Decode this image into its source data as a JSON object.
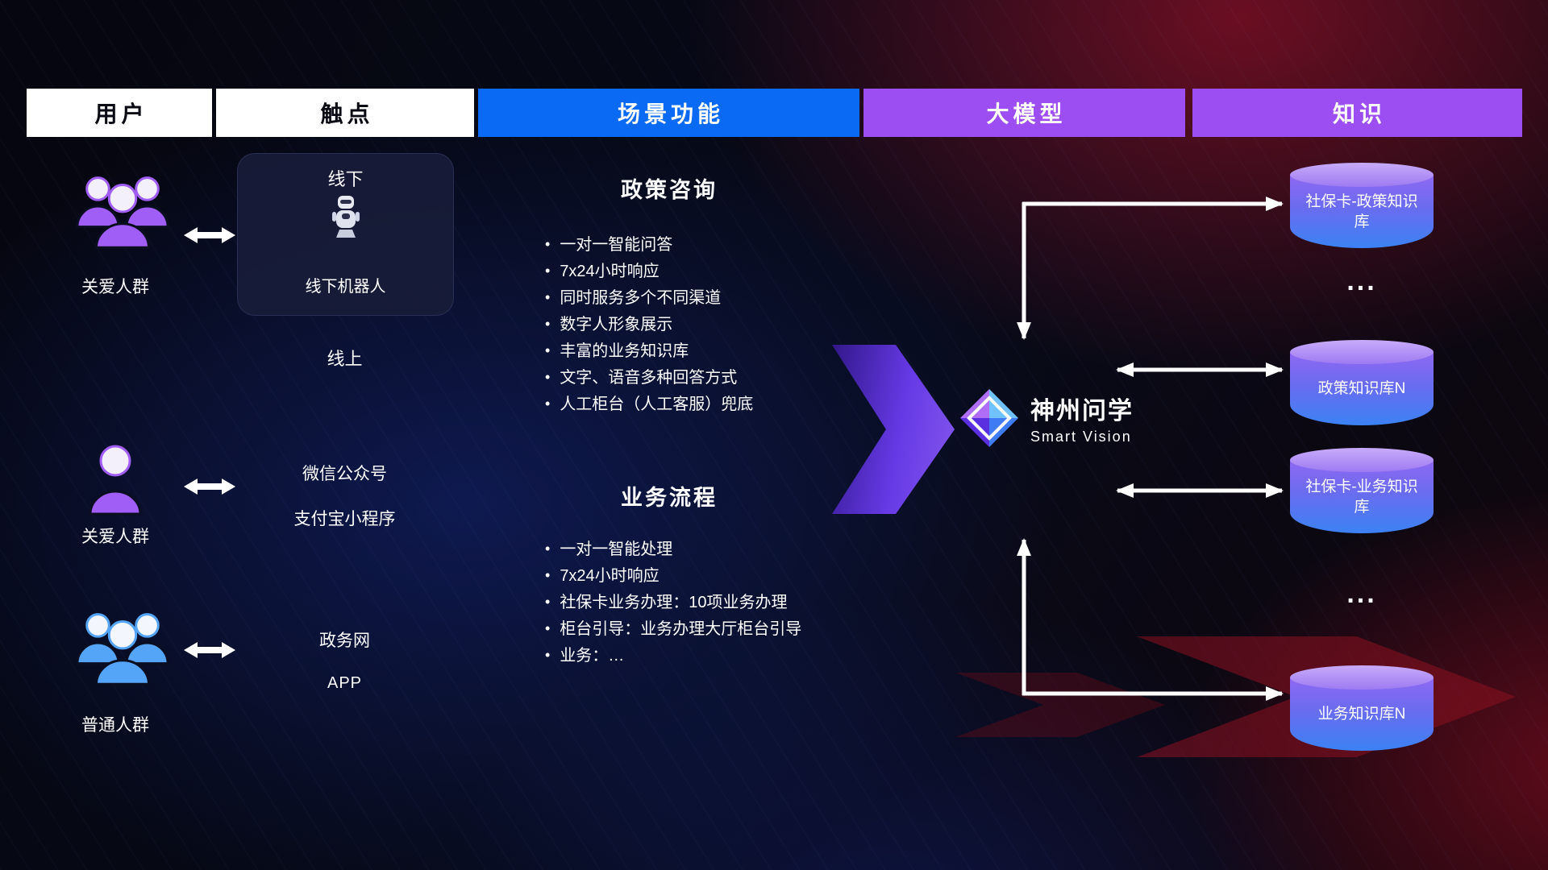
{
  "header": {
    "columns": [
      {
        "id": "users",
        "label": "用户"
      },
      {
        "id": "touchpoints",
        "label": "触点"
      },
      {
        "id": "scenarios",
        "label": "场景功能"
      },
      {
        "id": "model",
        "label": "大模型"
      },
      {
        "id": "knowledge",
        "label": "知识"
      }
    ]
  },
  "users": [
    {
      "label": "关爱人群",
      "icon": "people-group-icon",
      "color": "#a15ef6"
    },
    {
      "label": "关爱人群",
      "icon": "person-icon",
      "color": "#a15ef6"
    },
    {
      "label": "普通人群",
      "icon": "people-group-icon",
      "color": "#54a4f8"
    }
  ],
  "touchpoints": {
    "offline": {
      "title": "线下",
      "robot_label": "线下机器人"
    },
    "online_title": "线上",
    "items": [
      "微信公众号",
      "支付宝小程序",
      "政务网",
      "APP"
    ]
  },
  "scenarios": {
    "sections": [
      {
        "title": "政策咨询",
        "bullets": [
          "一对一智能问答",
          "7x24小时响应",
          "同时服务多个不同渠道",
          "数字人形象展示",
          "丰富的业务知识库",
          "文字、语音多种回答方式",
          "人工柜台（人工客服）兜底"
        ]
      },
      {
        "title": "业务流程",
        "bullets": [
          "一对一智能处理",
          "7x24小时响应",
          "社保卡业务办理：10项业务办理",
          "柜台引导：业务办理大厅柜台引导",
          "业务：…"
        ]
      }
    ]
  },
  "model": {
    "name": "神州问学",
    "subtitle": "Smart Vision"
  },
  "knowledge": {
    "items": [
      {
        "kind": "db",
        "label": "社保卡-政策知识库"
      },
      {
        "kind": "more",
        "label": "..."
      },
      {
        "kind": "db",
        "label": "政策知识库N"
      },
      {
        "kind": "db",
        "label": "社保卡-业务知识库"
      },
      {
        "kind": "more",
        "label": "..."
      },
      {
        "kind": "db",
        "label": "业务知识库N"
      }
    ]
  },
  "colors": {
    "header_blue": "#0a6af4",
    "header_purple": "#9d4ef2",
    "user_purple": "#a15ef6",
    "user_blue": "#54a4f8",
    "cylinder_purple": "#8f68f2",
    "cylinder_blue": "#3b82f4",
    "flow_arrow_purple": "#6b3cf0",
    "background_red": "#8c1120",
    "background_blue": "#16287e"
  }
}
